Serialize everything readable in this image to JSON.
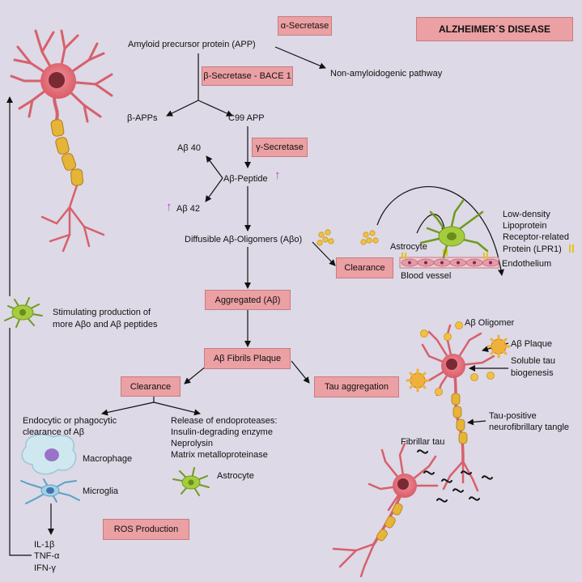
{
  "title": "ALZHEIMER´S DISEASE",
  "top": {
    "app": "Amyloid precursor protein (APP)",
    "alpha_secretase": "α-Secretase",
    "non_amyloidogenic": "Non-amyloidogenic pathway",
    "beta_secretase": "β-Secretase - BACE 1",
    "beta_apps": "β-APPs",
    "c99": "C99 APP",
    "gamma_secretase": "γ-Secretase",
    "ab40": "Aβ 40",
    "ab_peptide": "Aβ-Peptide",
    "ab42": "Aβ 42",
    "up_arrow": "↑"
  },
  "middle": {
    "oligomers": "Diffusible Aβ-Oligomers (Aβo)",
    "clearance_right": "Clearance",
    "astrocyte": "Astrocyte",
    "blood_vessel": "Blood vessel",
    "endothelium": "Endothelium",
    "lrp_lines": [
      "Low-density",
      "Lipoprotein",
      "Receptor-related",
      "Protein (LPR1)"
    ],
    "aggregated": "Aggregated (Aβ)",
    "fibrils": "Aβ Fibrils Plaque",
    "tau_aggregation": "Tau aggregation"
  },
  "left": {
    "stimulating_lines": [
      "Stimulating production of",
      "more Aβo and Aβ peptides"
    ],
    "clearance_left": "Clearance",
    "endocytic_lines": [
      "Endocytic or phagocytic",
      "clearance of  Aβ"
    ],
    "release_lines": [
      "Release of endoproteases:",
      "Insulin-degrading enzyme",
      "Neprolysin",
      "Matrix metalloproteinase"
    ],
    "macrophage": "Macrophage",
    "microglia": "Microglia",
    "astrocyte2": "Astrocyte",
    "cytokines": [
      "IL-1β",
      "TNF-α",
      "IFN-γ"
    ],
    "ros": "ROS Production"
  },
  "right": {
    "ab_oligomer": "Aβ Oligomer",
    "ab_plaque": "Aβ Plaque",
    "soluble_tau_lines": [
      "Soluble tau",
      "biogenesis"
    ],
    "tau_positive_lines": [
      "Tau-positive",
      "neurofibrillary tangle"
    ],
    "fibrillar_tau": "Fibrillar tau"
  },
  "colors": {
    "background": "#ddd9e6",
    "box_fill": "#eba0a3",
    "neuron": "#e8737c",
    "axon_myelin": "#e6b437",
    "astrocyte": "#9cc43a",
    "arrow_up": "#c43fd8",
    "oligomer_dot": "#f2c144"
  },
  "icons": [
    "neuron-icon",
    "astrocyte-icon",
    "macrophage-icon",
    "microglia-icon",
    "blood-vessel-icon",
    "plaque-icon",
    "oligomer-icon",
    "tau-fibril-icon"
  ]
}
